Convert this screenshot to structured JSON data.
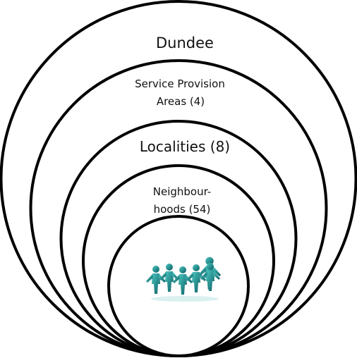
{
  "diagram": {
    "levels": [
      {
        "id": "dundee",
        "lines": [
          "Dundee"
        ]
      },
      {
        "id": "service-provision-areas",
        "lines": [
          "Service Provision",
          "Areas (4)"
        ]
      },
      {
        "id": "localities",
        "lines": [
          "Localities (8)"
        ]
      },
      {
        "id": "neighbourhoods",
        "lines": [
          "Neighbour-",
          "hoods (54)"
        ]
      }
    ],
    "center_icon": "people-holding-hands-icon",
    "colors": {
      "ring_stroke": "#000000",
      "people_dark": "#0d5f63",
      "people_light": "#4bc7c2"
    }
  }
}
